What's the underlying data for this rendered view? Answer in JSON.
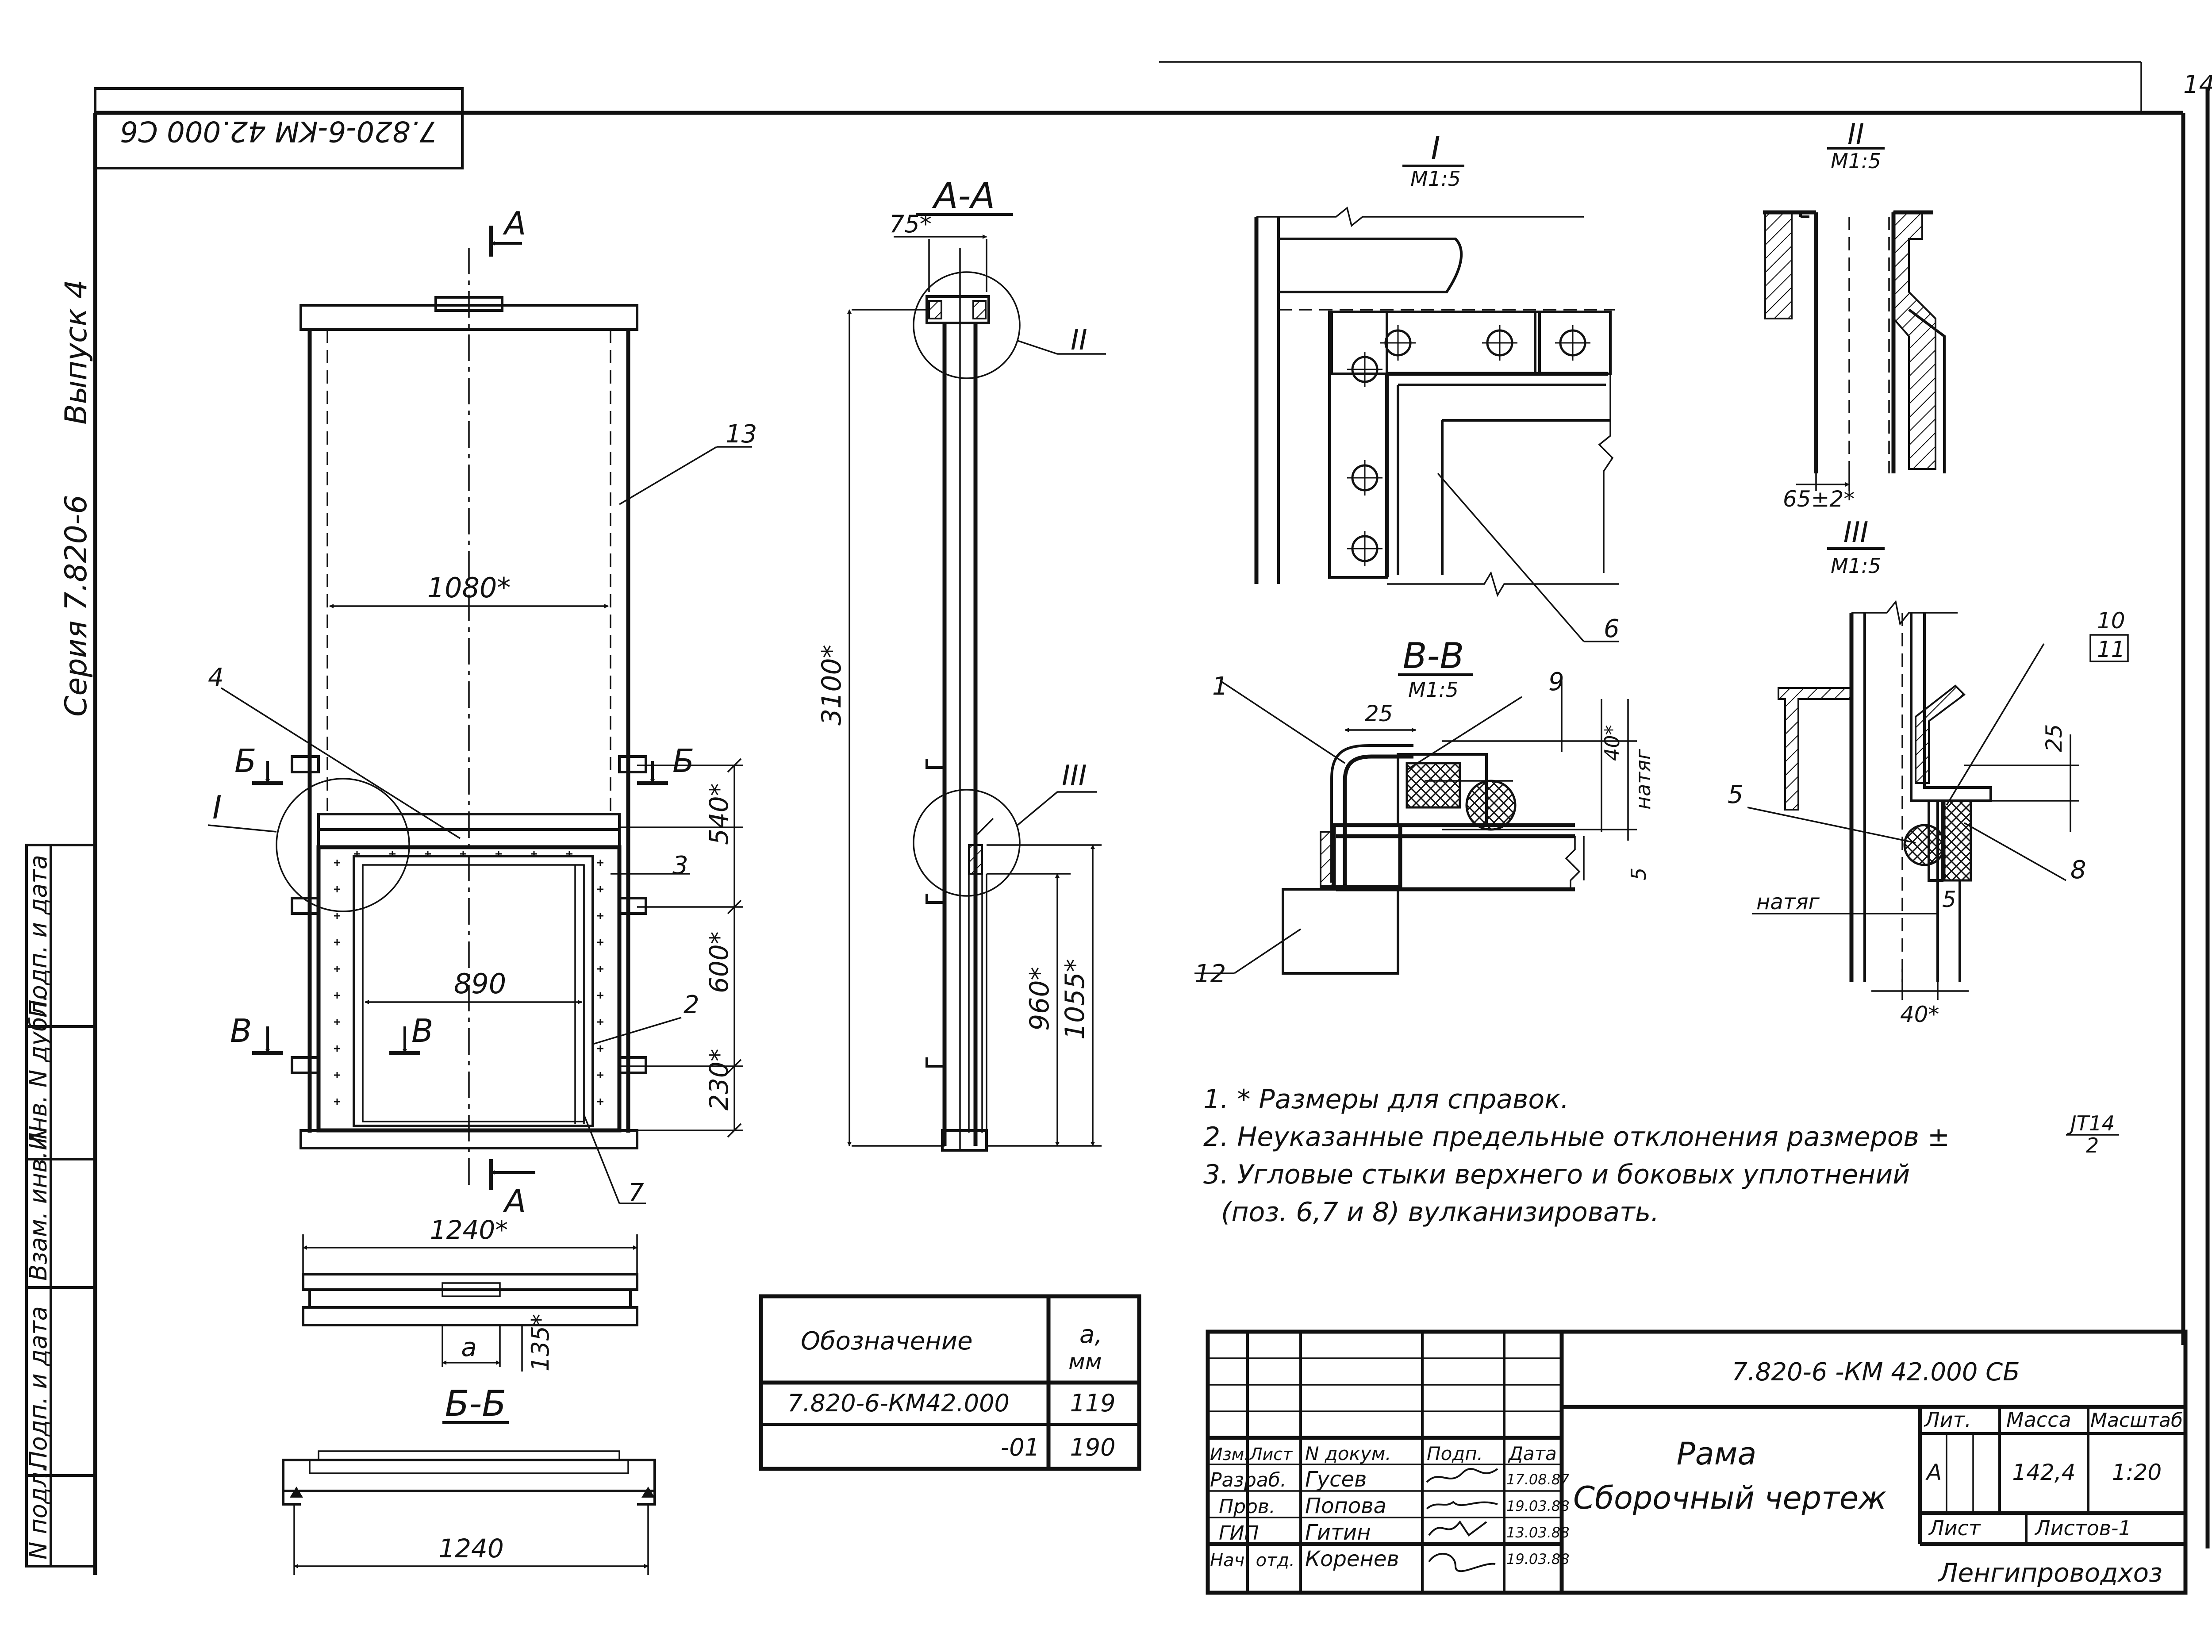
{
  "sheet": {
    "number": "14",
    "stamp_code": "7.820-6-KM 42.000 C6",
    "series": "Серия 7.820-6",
    "issue": "Выпуск 4",
    "side_labels": [
      "Подп. и дата",
      "Инв. N дубл.",
      "Взам. инв. N",
      "Подп. и дата",
      "N подл."
    ]
  },
  "views": {
    "section_aa": "А-А",
    "section_bb": "Б-Б",
    "section_vv": "В-В",
    "detail_1": "I",
    "detail_2": "II",
    "detail_3": "III",
    "scale": "М1:5",
    "cut_a": "А",
    "cut_b": "Б",
    "cut_v": "В"
  },
  "callouts": [
    "1",
    "2",
    "3",
    "4",
    "5",
    "6",
    "7",
    "8",
    "9",
    "10",
    "11",
    "12",
    "13"
  ],
  "dimensions": {
    "width_1080": "1080*",
    "width_890": "890",
    "width_1240_ref": "1240*",
    "width_1240": "1240",
    "height_3100": "3100*",
    "height_960": "960*",
    "height_1055": "1055*",
    "d_540": "540*",
    "d_600": "600*",
    "d_230": "230*",
    "d_75": "75*",
    "d_135": "135*",
    "d_a": "a",
    "d_25": "25",
    "d_40": "40*",
    "d_5": "5",
    "d_65": "65±2*",
    "natyag": "натяг"
  },
  "notes": [
    "1. * Размеры для справок.",
    "2. Неуказанные предельные отклонения размеров ±",
    "3. Угловые стыки верхнего и боковых уплотнений",
    "(поз. 6,7 и 8) вулканизировать."
  ],
  "tolerance": {
    "numerator": "JT14",
    "denominator": "2"
  },
  "designation_table": {
    "headers": [
      "Обозначение",
      "a,",
      "мм"
    ],
    "rows": [
      {
        "designation": "7.820-6-КМ42.000",
        "a": "119"
      },
      {
        "designation": "-01",
        "a": "190"
      }
    ]
  },
  "title_block": {
    "document_code": "7.820-6 -КМ 42.000 СБ",
    "title_line1": "Рама",
    "title_line2": "Сборочный чертеж",
    "header_cols": [
      "Изм.",
      "Лист",
      "N докум.",
      "Подп.",
      "Дата"
    ],
    "people": [
      {
        "role": "Разраб.",
        "name": "Гусев",
        "date": "17.08.87"
      },
      {
        "role": "Пров.",
        "name": "Попова",
        "date": "19.03.88"
      },
      {
        "role": "ГИП",
        "name": "Гитин",
        "date": "13.03.88"
      },
      {
        "role": "Нач. отд.",
        "name": "Коренев",
        "date": "19.03.88"
      }
    ],
    "lit_label": "Лит.",
    "mass_label": "Масса",
    "scale_label": "Масштаб",
    "lit_value": "А",
    "mass_value": "142,4",
    "scale_value": "1:20",
    "sheet_label": "Лист",
    "sheets_label": "Листов-1",
    "organization": "Ленгипроводхоз"
  }
}
